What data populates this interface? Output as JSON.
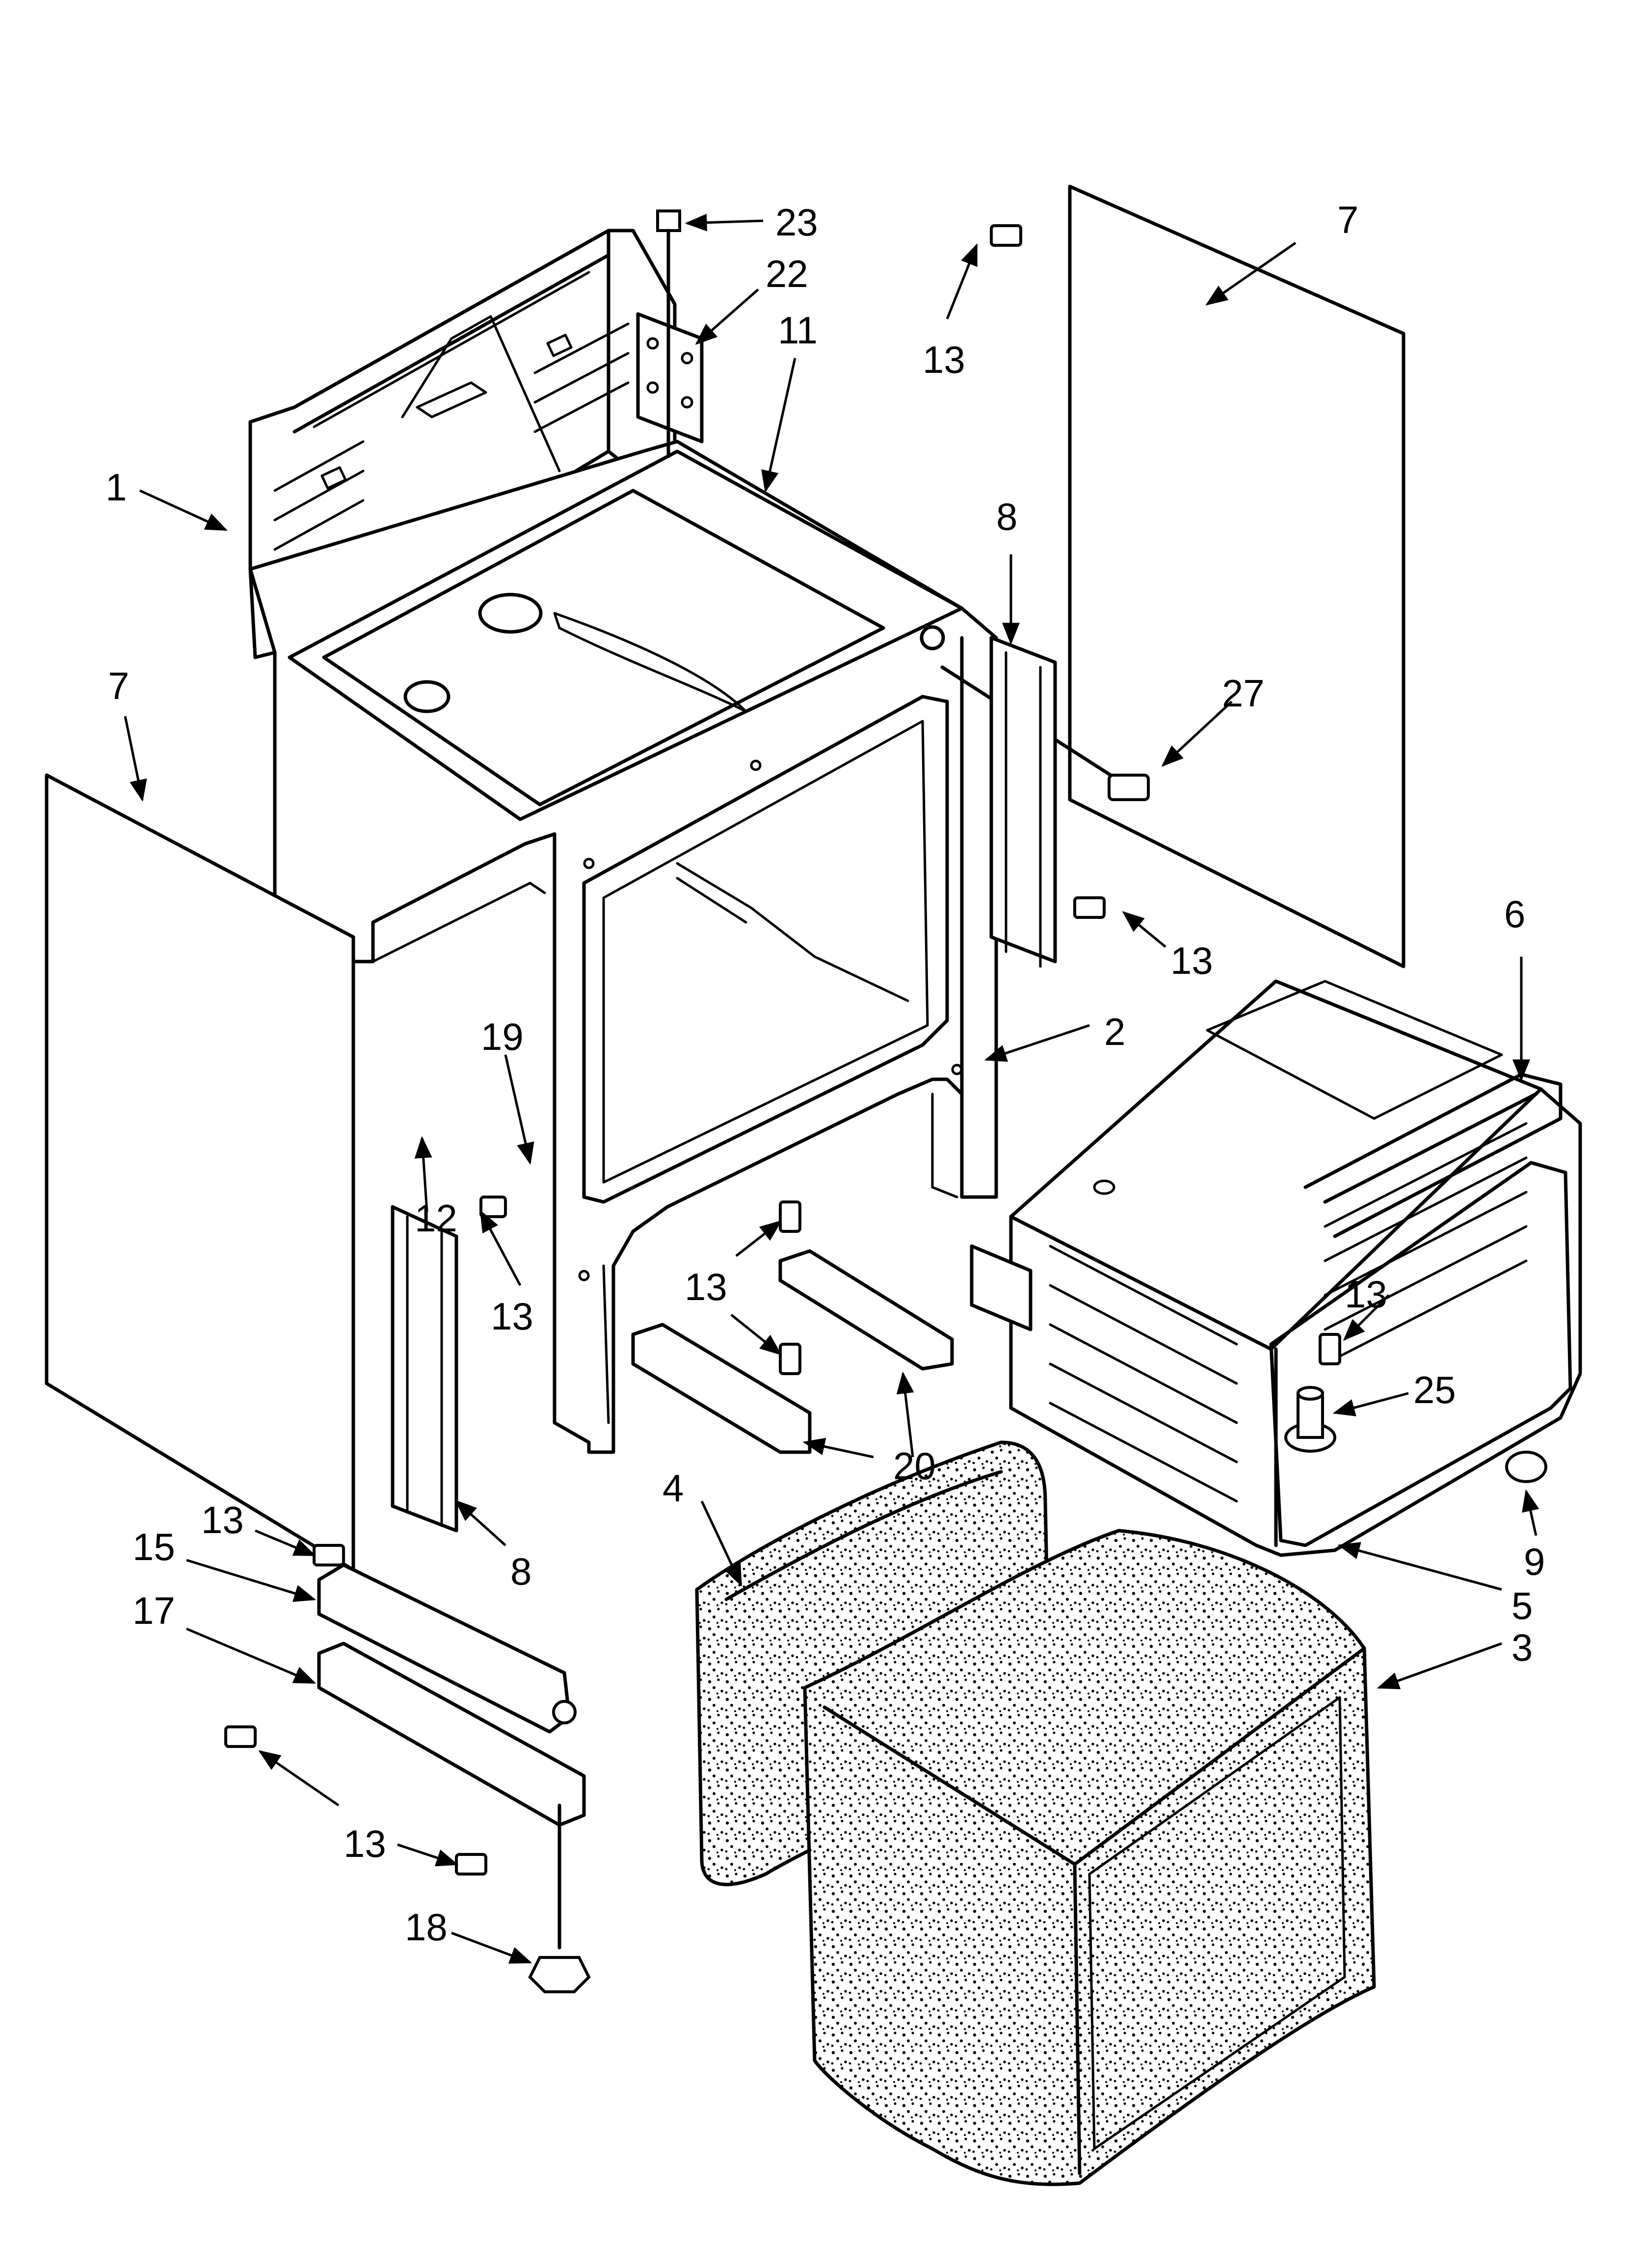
{
  "callouts": {
    "c1": "1",
    "c2": "2",
    "c3": "3",
    "c4": "4",
    "c5": "5",
    "c6": "6",
    "c7a": "7",
    "c7b": "7",
    "c8a": "8",
    "c8b": "8",
    "c9": "9",
    "c11": "11",
    "c12": "12",
    "c13a": "13",
    "c13b": "13",
    "c13c": "13",
    "c13d": "13",
    "c13e": "13",
    "c13f": "13",
    "c13g": "13",
    "c15": "15",
    "c17": "17",
    "c18": "18",
    "c19": "19",
    "c20": "20",
    "c22": "22",
    "c23": "23",
    "c25": "25",
    "c27": "27"
  }
}
